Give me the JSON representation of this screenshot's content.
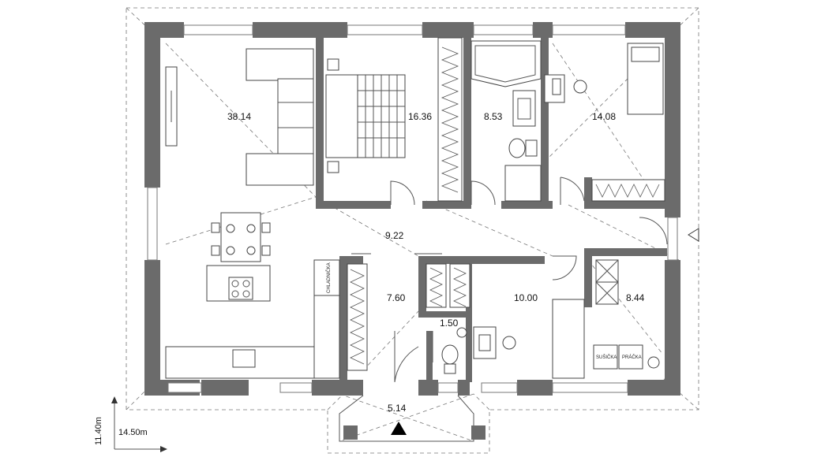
{
  "rooms": [
    {
      "id": "living",
      "area": "38.14"
    },
    {
      "id": "bedroom",
      "area": "16.36"
    },
    {
      "id": "bathroom",
      "area": "8.53"
    },
    {
      "id": "room-ne",
      "area": "14.08"
    },
    {
      "id": "hall",
      "area": "9.22"
    },
    {
      "id": "pantry-hall",
      "area": "7.60"
    },
    {
      "id": "wc",
      "area": "1.50"
    },
    {
      "id": "office",
      "area": "10.00"
    },
    {
      "id": "utility",
      "area": "8.44"
    },
    {
      "id": "porch",
      "area": "5.14"
    }
  ],
  "labels": {
    "chladnicka": "CHLADNIČKA",
    "susicka": "SUŠIČKA",
    "pracka": "PRÁČKA"
  },
  "dimensions": {
    "width": "14.50m",
    "height": "11.40m"
  }
}
